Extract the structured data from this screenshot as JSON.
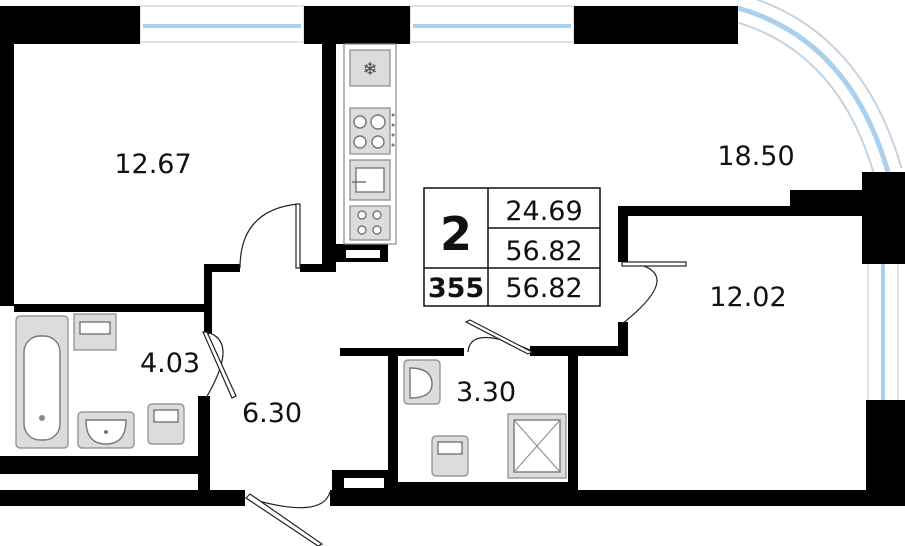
{
  "rooms": [
    {
      "id": "bedroom-1",
      "area": "12.67"
    },
    {
      "id": "living-kitchen",
      "area": "18.50"
    },
    {
      "id": "bedroom-2",
      "area": "12.02"
    },
    {
      "id": "bathroom",
      "area": "4.03"
    },
    {
      "id": "hallway",
      "area": "6.30"
    },
    {
      "id": "shower-room",
      "area": "3.30"
    }
  ],
  "info": {
    "rooms_count": "2",
    "living_area": "24.69",
    "total_area": "56.82",
    "apartment_number": "355",
    "total_area_2": "56.82"
  },
  "colors": {
    "wall": "#000000",
    "window_glass": "#a9d1ee",
    "fixture_fill": "#dcdcdc"
  },
  "icons": [
    "snowflake-icon",
    "stove-icon",
    "sink-icon",
    "washing-machine-icon",
    "bathtub-icon",
    "toilet-icon",
    "shower-tray-icon"
  ]
}
